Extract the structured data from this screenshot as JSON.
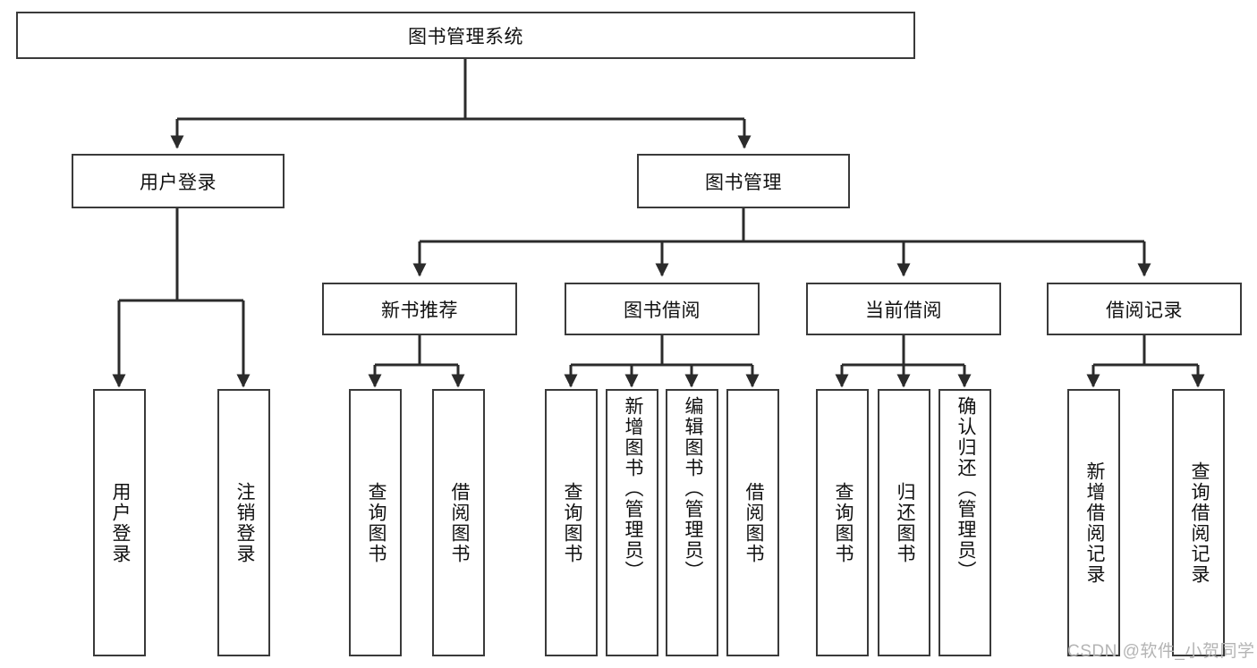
{
  "diagram": {
    "title": "图书管理系统",
    "type": "tree-hierarchy-diagram",
    "colors": {
      "box_border": "#3a3a3a",
      "box_fill": "#ffffff",
      "edge": "#2b2b2b",
      "text": "#111111",
      "watermark": "#b4b4b4"
    },
    "root": {
      "label": "图书管理系统"
    },
    "level2": [
      {
        "label": "用户登录"
      },
      {
        "label": "图书管理"
      }
    ],
    "level3": [
      {
        "label": "新书推荐"
      },
      {
        "label": "图书借阅"
      },
      {
        "label": "当前借阅"
      },
      {
        "label": "借阅记录"
      }
    ],
    "leaves": {
      "user_login": [
        {
          "label": "用户登录"
        },
        {
          "label": "注销登录"
        }
      ],
      "new_book_recommend": [
        {
          "label": "查询图书"
        },
        {
          "label": "借阅图书"
        }
      ],
      "book_borrow": [
        {
          "label": "查询图书"
        },
        {
          "label": "新增图书（管理员）"
        },
        {
          "label": "编辑图书（管理员）"
        },
        {
          "label": "借阅图书"
        }
      ],
      "current_borrow": [
        {
          "label": "查询图书"
        },
        {
          "label": "归还图书"
        },
        {
          "label": "确认归还（管理员）"
        }
      ],
      "borrow_record": [
        {
          "label": "新增借阅记录"
        },
        {
          "label": "查询借阅记录"
        }
      ]
    },
    "watermark": "CSDN @软件_小贺同学"
  }
}
